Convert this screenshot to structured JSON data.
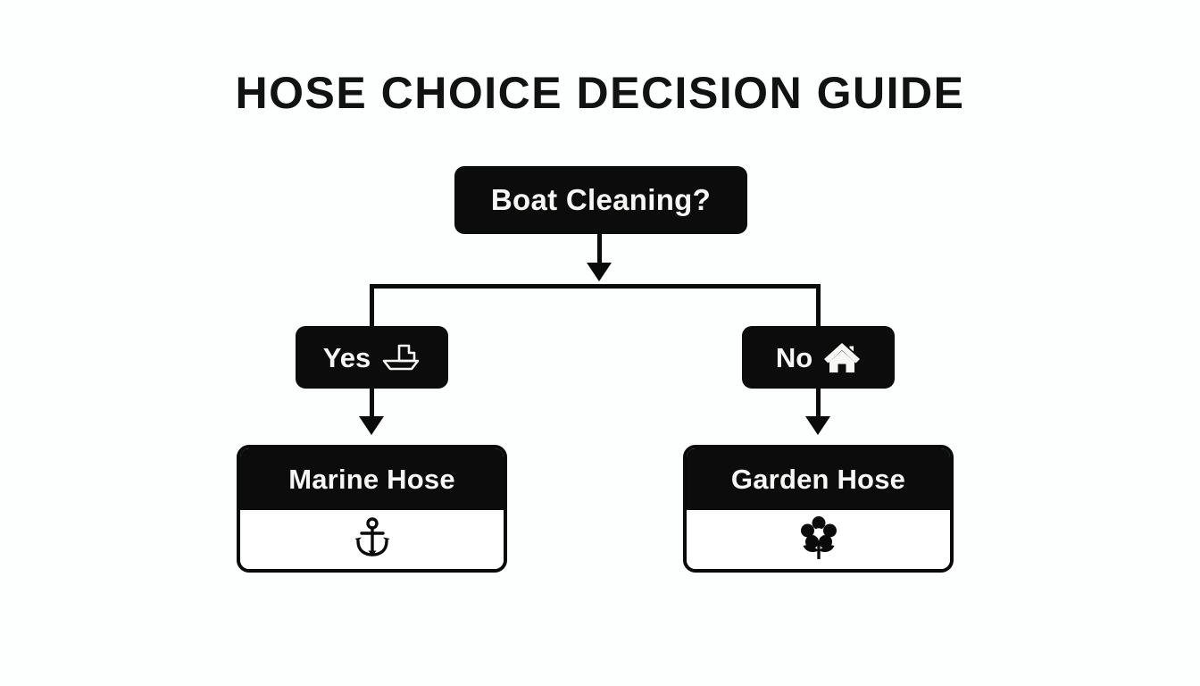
{
  "title": "HOSE CHOICE DECISION GUIDE",
  "diagram": {
    "root": {
      "label": "Boat Cleaning?"
    },
    "branches": [
      {
        "label": "Yes",
        "icon": "boat-icon"
      },
      {
        "label": "No",
        "icon": "house-icon"
      }
    ],
    "results": [
      {
        "label": "Marine Hose",
        "icon": "anchor-icon"
      },
      {
        "label": "Garden Hose",
        "icon": "flower-icon"
      }
    ]
  },
  "colors": {
    "background": "#fdfefe",
    "node_fill": "#0c0c0c",
    "node_text": "#f7f7f5",
    "line": "#0a0a0a",
    "card_body": "#ffffff"
  }
}
